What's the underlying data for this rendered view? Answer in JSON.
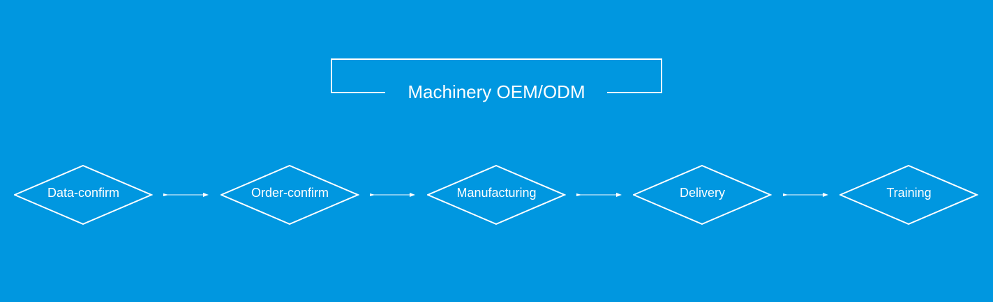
{
  "title": "Machinery OEM/ODM",
  "colors": {
    "background": "#0097e0",
    "foreground": "#ffffff"
  },
  "steps": [
    {
      "label": "Data-confirm"
    },
    {
      "label": "Order-confirm"
    },
    {
      "label": "Manufacturing"
    },
    {
      "label": "Delivery"
    },
    {
      "label": "Training"
    }
  ]
}
